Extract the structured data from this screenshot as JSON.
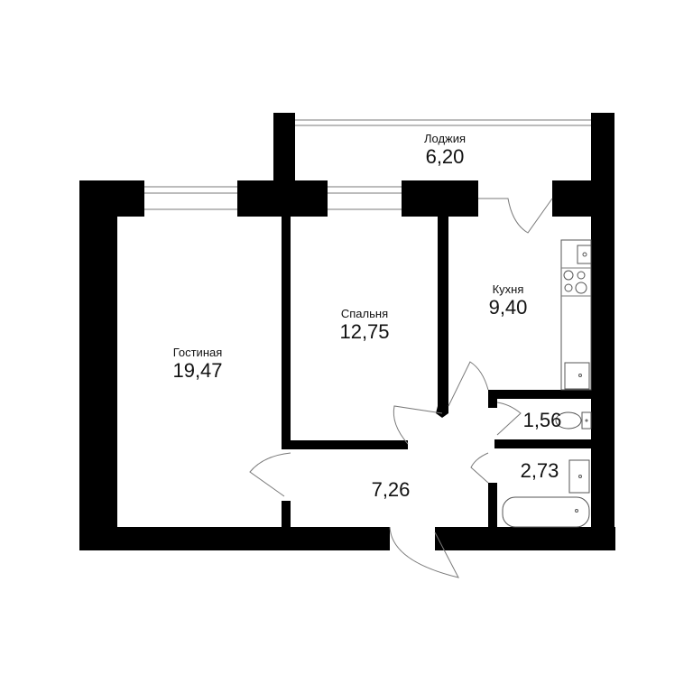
{
  "floor_plan": {
    "units": "m²",
    "rooms": [
      {
        "id": "loggia",
        "name": "Лоджия",
        "area": "6,20"
      },
      {
        "id": "living",
        "name": "Гостиная",
        "area": "19,47"
      },
      {
        "id": "bedroom",
        "name": "Спальня",
        "area": "12,75"
      },
      {
        "id": "kitchen",
        "name": "Кухня",
        "area": "9,40"
      },
      {
        "id": "hall",
        "name": "",
        "area": "7,26"
      },
      {
        "id": "toilet",
        "name": "",
        "area": "1,56"
      },
      {
        "id": "bathroom",
        "name": "",
        "area": "2,73"
      }
    ],
    "colors": {
      "wall": "#000000",
      "background": "#ffffff",
      "line": "#7a7a7a"
    }
  }
}
